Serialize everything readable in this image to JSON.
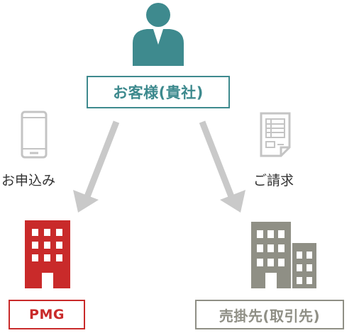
{
  "nodes": {
    "customer": {
      "label": "お客様(貴社)",
      "icon": "person-icon",
      "color": "#3e8a8e"
    },
    "pmg": {
      "label": "PMG",
      "icon": "building-icon",
      "color": "#c92a2a"
    },
    "partner": {
      "label": "売掛先(取引先)",
      "icon": "buildings-icon",
      "color": "#8f8f85"
    }
  },
  "edges": {
    "apply": {
      "label": "お申込み",
      "icon": "smartphone-icon",
      "from": "customer",
      "to": "pmg"
    },
    "invoice": {
      "label": "ご請求",
      "icon": "invoice-document-icon",
      "from": "customer",
      "to": "partner"
    }
  },
  "colors": {
    "arrow": "#c9c9c9",
    "icon_gray": "#c4c4c4"
  }
}
